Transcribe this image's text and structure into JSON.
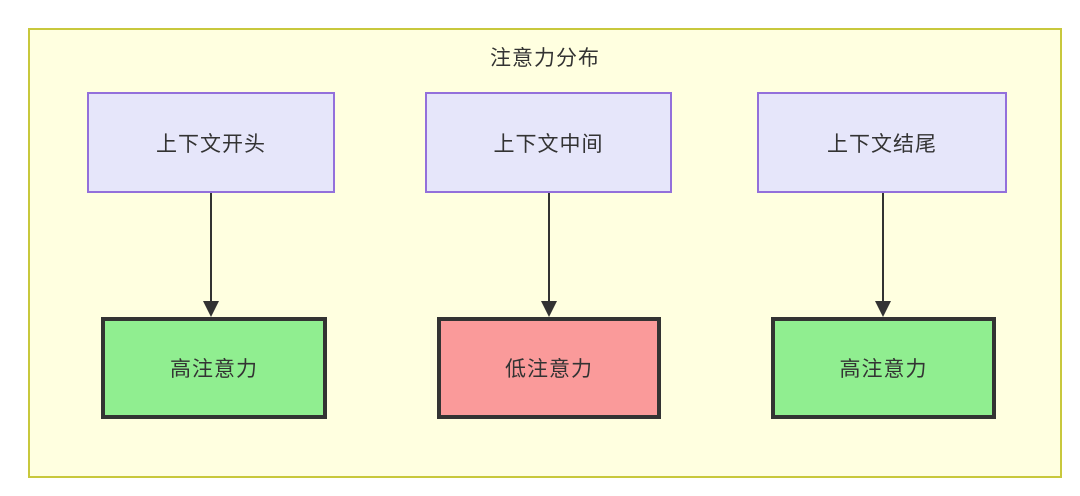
{
  "diagram": {
    "title": "注意力分布",
    "container": {
      "fill": "#ffffe0",
      "stroke": "#c8c83c"
    },
    "nodes": [
      {
        "id": "ctx-start",
        "label": "上下文开头",
        "row": "top",
        "fill": "#e6e6fa",
        "stroke": "#9370db"
      },
      {
        "id": "ctx-middle",
        "label": "上下文中间",
        "row": "top",
        "fill": "#e6e6fa",
        "stroke": "#9370db"
      },
      {
        "id": "ctx-end",
        "label": "上下文结尾",
        "row": "top",
        "fill": "#e6e6fa",
        "stroke": "#9370db"
      },
      {
        "id": "attn-start",
        "label": "高注意力",
        "row": "bottom",
        "fill": "#90ee90",
        "stroke": "#333333"
      },
      {
        "id": "attn-middle",
        "label": "低注意力",
        "row": "bottom",
        "fill": "#fa9a9a",
        "stroke": "#333333"
      },
      {
        "id": "attn-end",
        "label": "高注意力",
        "row": "bottom",
        "fill": "#90ee90",
        "stroke": "#333333"
      }
    ],
    "edges": [
      {
        "id": "edge-start",
        "from": "ctx-start",
        "to": "attn-start",
        "label": "",
        "arrow": "arrowhead-down"
      },
      {
        "id": "edge-middle",
        "from": "ctx-middle",
        "to": "attn-middle",
        "label": "",
        "arrow": "arrowhead-down"
      },
      {
        "id": "edge-end",
        "from": "ctx-end",
        "to": "attn-end",
        "label": "",
        "arrow": "arrowhead-down"
      }
    ]
  }
}
